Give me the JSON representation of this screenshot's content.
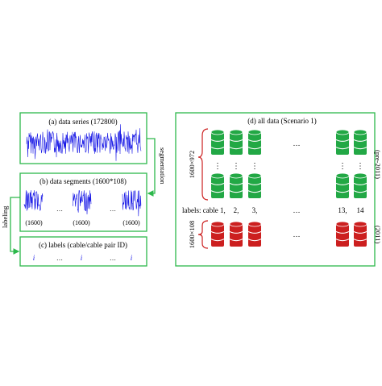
{
  "left_panel": {
    "box_a": {
      "title": "(a) data series (172800)"
    },
    "box_b": {
      "title": "(b) data segments (1600*108)",
      "segment_label": "(1600)",
      "ellipsis": "…"
    },
    "box_c": {
      "title": "(c) labels (cable/cable pair ID)",
      "item_symbol": "i",
      "ellipsis": "…"
    },
    "arrow_segmentation": "segmentation",
    "arrow_labeling": "labeling"
  },
  "right_panel": {
    "title": "(d) all data (Scenario 1)",
    "brace_top_label": "1600×972",
    "brace_bottom_label": "1600×108",
    "side_top_label": "(pre-2011)",
    "side_bottom_label": "(2011)",
    "ellipsis": "…",
    "vertical_ellipsis": "⋮",
    "labels_prefix": "labels: cable 1,",
    "cable_labels": [
      "2,",
      "3,",
      "…",
      "13,",
      "14"
    ]
  },
  "colors": {
    "box_border": "#2db84b",
    "arrow": "#2db84b",
    "signal": "#1a1ae6",
    "db_green": "#22a845",
    "db_red": "#cc1f1f"
  }
}
